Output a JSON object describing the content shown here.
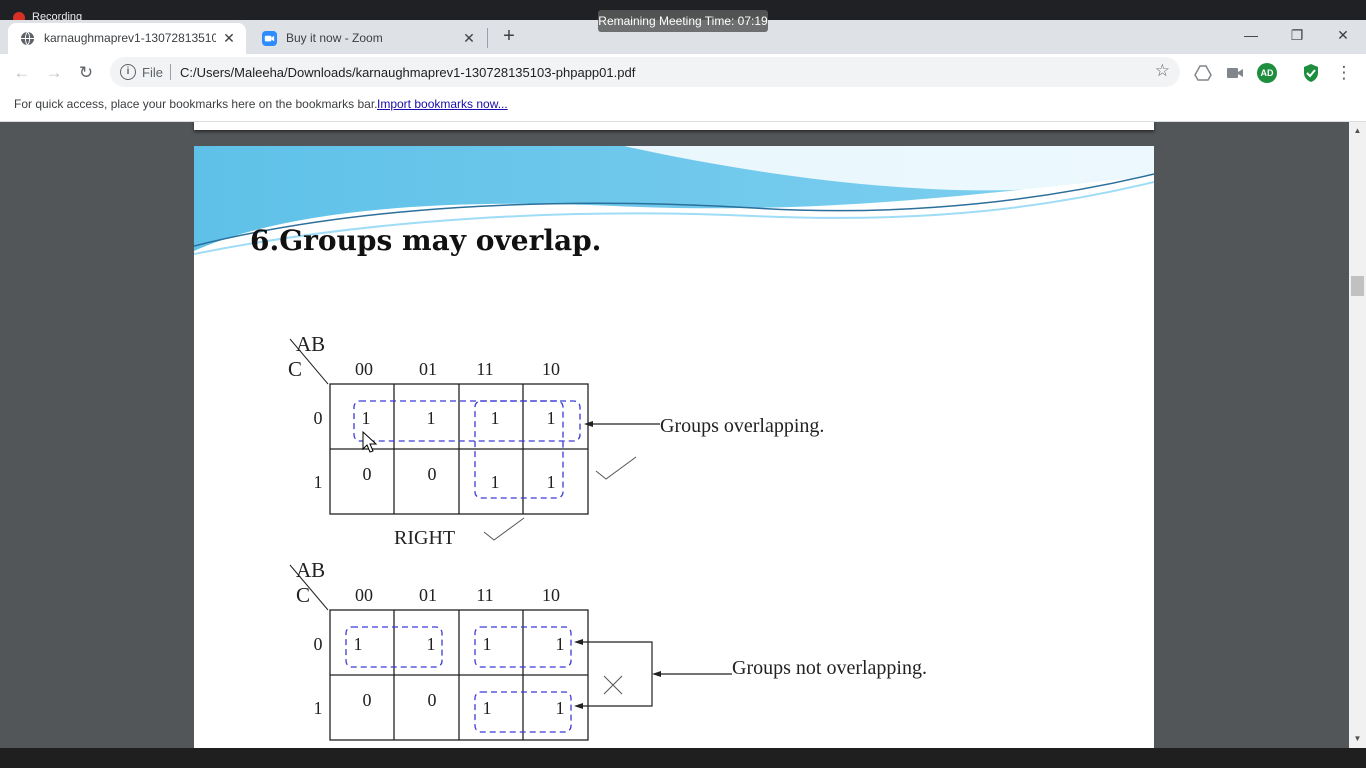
{
  "recording": {
    "label": "Recording"
  },
  "meeting": {
    "remaining": "Remaining Meeting Time: 07:19"
  },
  "tabs": [
    {
      "title": "karnaughmaprev1-13072813510",
      "close": "✕"
    },
    {
      "title": "Buy it now - Zoom",
      "close": "✕"
    }
  ],
  "newtab": "+",
  "window": {
    "minimize": "—",
    "restore": "❐",
    "close": "✕"
  },
  "toolbar": {
    "back": "←",
    "forward": "→",
    "reload": "↻",
    "info": "i",
    "scheme": "File",
    "url": "C:/Users/Maleeha/Downloads/karnaughmaprev1-130728135103-phpapp01.pdf",
    "star": "☆",
    "avatar": "AD",
    "menu": "⋮"
  },
  "bookmarks": {
    "hint": "For quick access, place your bookmarks here on the bookmarks bar.",
    "import": "Import bookmarks now..."
  },
  "slide": {
    "title": "6.Groups may overlap.",
    "map1": {
      "var_ab": "AB",
      "var_c": "C",
      "cols": [
        "00",
        "01",
        "11",
        "10"
      ],
      "rows": [
        "0",
        "1"
      ],
      "cells": [
        [
          "1",
          "1",
          "1",
          "1"
        ],
        [
          "0",
          "0",
          "1",
          "1"
        ]
      ],
      "annotation": "Groups overlapping.",
      "caption": "RIGHT"
    },
    "map2": {
      "var_ab": "AB",
      "var_c": "C",
      "cols": [
        "00",
        "01",
        "11",
        "10"
      ],
      "rows": [
        "0",
        "1"
      ],
      "cells": [
        [
          "1",
          "1",
          "1",
          "1"
        ],
        [
          "0",
          "0",
          "1",
          "1"
        ]
      ],
      "annotation": "Groups not overlapping."
    }
  },
  "colors": {
    "group_outline": "#3a3ad6",
    "wave_blue": "#49b3e0"
  }
}
